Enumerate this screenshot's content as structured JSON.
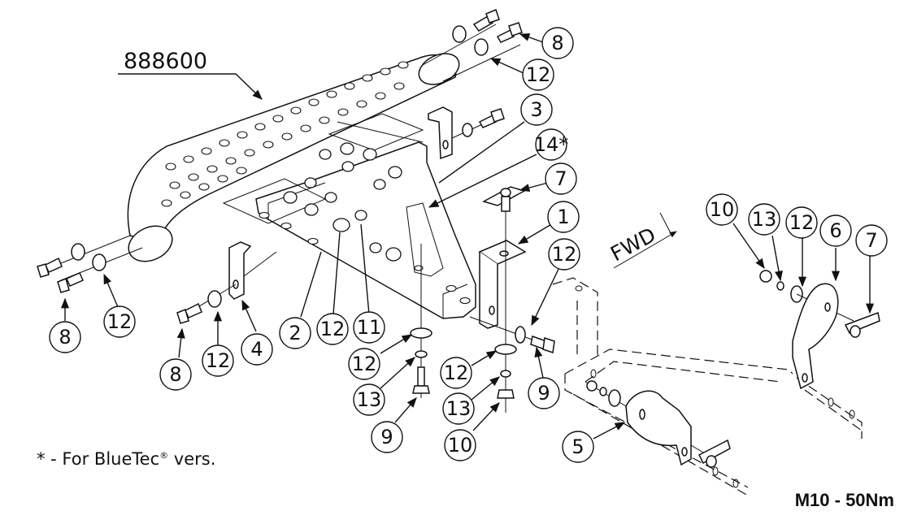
{
  "diagram": {
    "part_number": "888600",
    "forward_label": "FWD",
    "footnote": {
      "prefix": "* - For BlueTec",
      "mark": "®",
      "suffix": " vers."
    },
    "torque_spec": "M10 - 50Nm",
    "callouts": [
      {
        "id": "c-8-top",
        "label": "8"
      },
      {
        "id": "c-12-top",
        "label": "12"
      },
      {
        "id": "c-3",
        "label": "3"
      },
      {
        "id": "c-14",
        "label": "14*"
      },
      {
        "id": "c-7-mid",
        "label": "7"
      },
      {
        "id": "c-1",
        "label": "1"
      },
      {
        "id": "c-12-mid-right",
        "label": "12"
      },
      {
        "id": "c-8-left",
        "label": "8"
      },
      {
        "id": "c-12-left",
        "label": "12"
      },
      {
        "id": "c-8-bottom",
        "label": "8"
      },
      {
        "id": "c-12-bottom",
        "label": "12"
      },
      {
        "id": "c-4",
        "label": "4"
      },
      {
        "id": "c-2",
        "label": "2"
      },
      {
        "id": "c-12-center",
        "label": "12"
      },
      {
        "id": "c-11",
        "label": "11"
      },
      {
        "id": "c-12-stack-a",
        "label": "12"
      },
      {
        "id": "c-13-stack-a",
        "label": "13"
      },
      {
        "id": "c-9-stack-a",
        "label": "9"
      },
      {
        "id": "c-12-stack-b",
        "label": "12"
      },
      {
        "id": "c-13-stack-b",
        "label": "13"
      },
      {
        "id": "c-10-stack-b",
        "label": "10"
      },
      {
        "id": "c-9-right",
        "label": "9"
      },
      {
        "id": "c-5",
        "label": "5"
      },
      {
        "id": "c-10-right",
        "label": "10"
      },
      {
        "id": "c-13-right",
        "label": "13"
      },
      {
        "id": "c-12-right",
        "label": "12"
      },
      {
        "id": "c-6",
        "label": "6"
      },
      {
        "id": "c-7-right",
        "label": "7"
      }
    ]
  }
}
